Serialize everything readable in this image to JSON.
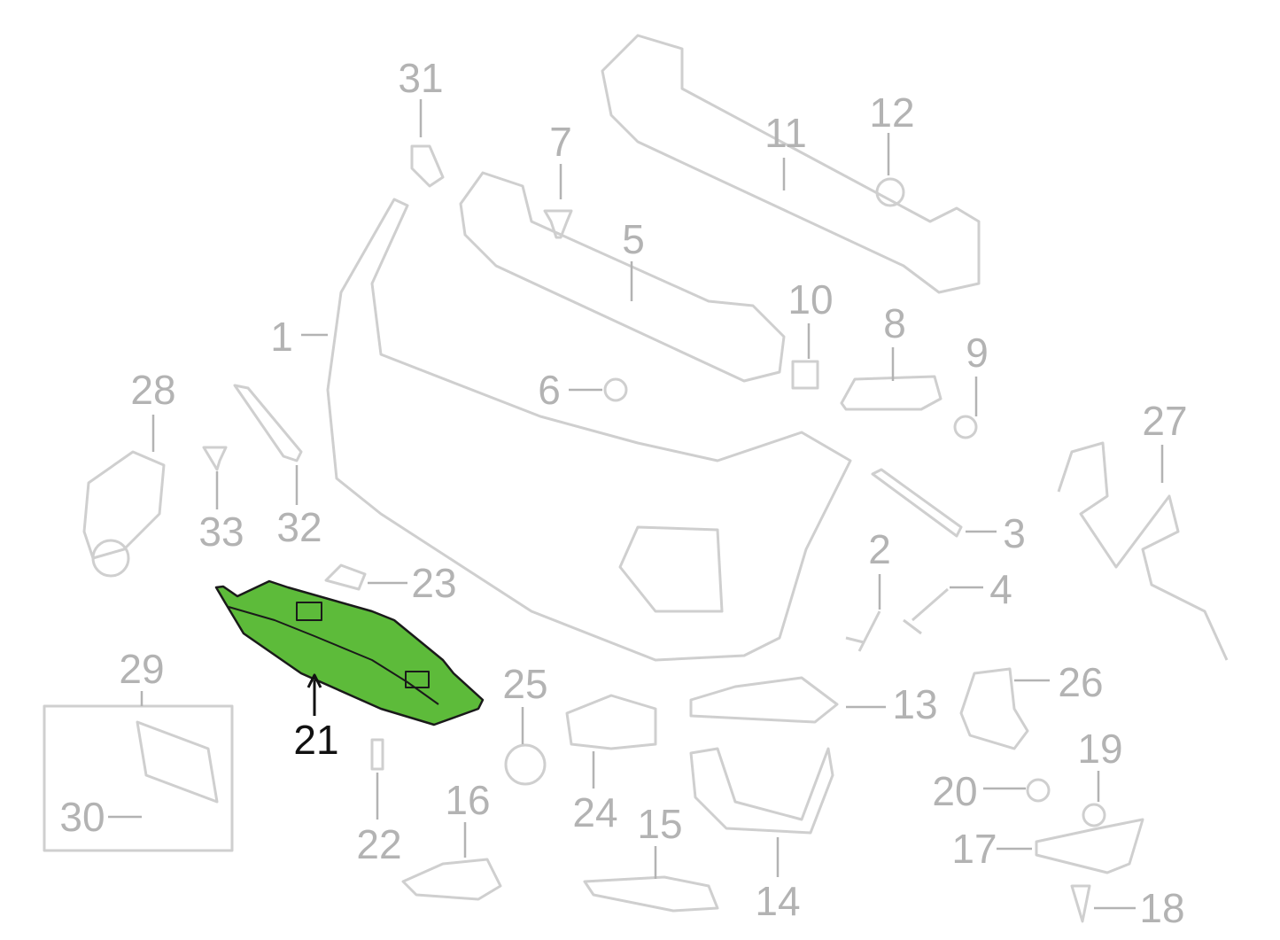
{
  "diagram": {
    "highlight_color": "#5dbb3a",
    "outline_color": "#c8c8c8",
    "highlighted_part": "21",
    "callouts": [
      "31",
      "7",
      "11",
      "12",
      "5",
      "10",
      "8",
      "9",
      "1",
      "6",
      "28",
      "27",
      "33",
      "32",
      "3",
      "2",
      "4",
      "23",
      "29",
      "25",
      "26",
      "13",
      "21",
      "19",
      "20",
      "24",
      "15",
      "16",
      "22",
      "30",
      "17",
      "14",
      "18"
    ]
  }
}
